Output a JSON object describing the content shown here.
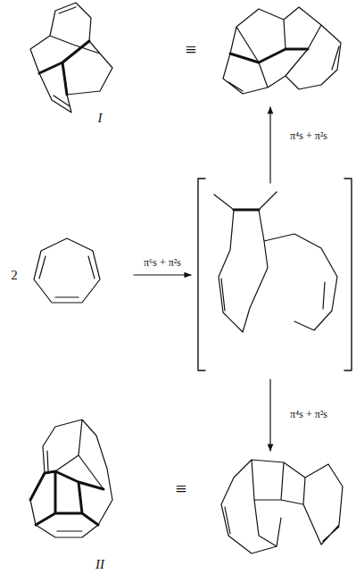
{
  "diagram": {
    "labels": [
      "≡",
      "I",
      "2",
      "π⁶s + π²s",
      "π⁴s + π²s",
      "π⁴s + π²s",
      "≡",
      "II"
    ]
  }
}
